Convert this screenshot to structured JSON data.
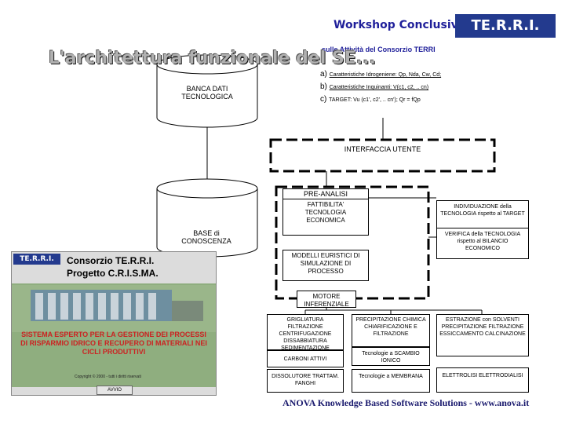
{
  "header": {
    "workshop_line1": "Workshop Conclusivo",
    "workshop_line2": "sulle Attività del Consorzio TERRI",
    "logo_text": "TE.R.R.I.",
    "main_title": "L'architettura funzionale del SE..."
  },
  "databank": {
    "label": "BANCA DATI TECNOLOGICA"
  },
  "characteristics": [
    {
      "letter": "a)",
      "text": "Caratteristiche Idrogeniene: Qp, Nda, Cw, Cd;"
    },
    {
      "letter": "b)",
      "text": "Caratteristiche Inquinanti: V(c1, c2, .. cn)"
    },
    {
      "letter": "c)",
      "text": "TARGET: Vu (c1', c2', .. cn'); Qr = fQp"
    }
  ],
  "interface": {
    "label": "INTERFACCIA UTENTE"
  },
  "preanalysis": {
    "title": "PRE-ANALISI",
    "body": "FATTIBILITA' TECNOLOGIA ECONOMICA"
  },
  "knowledge_base": {
    "label": "BASE di CONOSCENZA"
  },
  "right_boxes": {
    "technology": "INDIVIDUAZIONE della TECNOLOGIA rispetto al TARGET",
    "verification": "VERIFICA della TECNOLOGIA rispetto al BILANCIO ECONOMICO"
  },
  "models": {
    "label": "MODELLI EURISTICI DI SIMULAZIONE DI PROCESSO"
  },
  "engine": {
    "label": "MOTORE INFERENZIALE"
  },
  "treatments": {
    "col1": {
      "top": "GRIGLIATURA FILTRAZIONE CENTRIFUGAZIONE DISSABBIATURA SEDIMENTAZIONE",
      "mid": "CARBONI ATTIVI",
      "bottom": "DISSOLUTORE TRATTAM. FANGHI"
    },
    "col2": {
      "top": "PRECIPITAZIONE CHIMICA CHIARIFICAZIONE E FILTRAZIONE",
      "mid": "Tecnologie a SCAMBIO IONICO",
      "bottom": "Tecnologie a MEMBRANA"
    },
    "col3": {
      "top": "ESTRAZIONE con SOLVENTI PRECIPITAZIONE FILTRAZIONE ESSICCAMENTO CALCINAZIONE",
      "bottom": "ELETTROLISI ELETTRODIALISI"
    }
  },
  "software_panel": {
    "logo_text": "TE.R.R.I.",
    "line1": "Consorzio TE.R.R.I.",
    "line2": "Progetto C.R.I.S.MA.",
    "description": "SISTEMA ESPERTO PER LA GESTIONE DEI PROCESSI DI RISPARMIO IDRICO E RECUPERO DI MATERIALI NEI CICLI PRODUTTIVI",
    "copyright": "Copyright © 2000 - tutti i diritti riservati",
    "button": "AVVIO"
  },
  "footer": {
    "text": "ANOVA Knowledge Based Software Solutions -  www.anova.it"
  },
  "colors": {
    "title_blue": "#1f1f9a",
    "logo_blue": "#233a8e",
    "panel_green": "#8fae7f",
    "panel_text_red": "#cc2222",
    "footer_navy": "#1a1a6e"
  }
}
